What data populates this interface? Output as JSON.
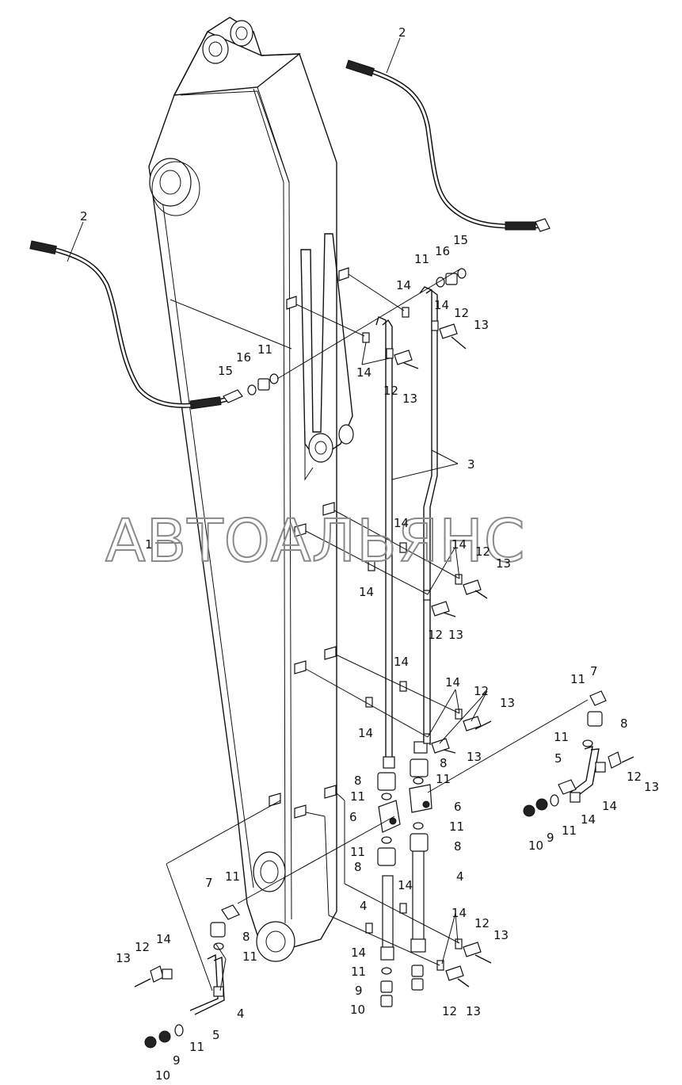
{
  "watermark": "АВТОАЛЬЯНС",
  "callouts": [
    {
      "id": "c2a",
      "text": "2"
    },
    {
      "id": "c2b",
      "text": "2"
    },
    {
      "id": "c15a",
      "text": "15"
    },
    {
      "id": "c16a",
      "text": "16"
    },
    {
      "id": "c11a",
      "text": "11"
    },
    {
      "id": "c14a",
      "text": "14"
    },
    {
      "id": "c14b",
      "text": "14"
    },
    {
      "id": "c12a",
      "text": "12"
    },
    {
      "id": "c13a",
      "text": "13"
    },
    {
      "id": "c15b",
      "text": "15"
    },
    {
      "id": "c16b",
      "text": "16"
    },
    {
      "id": "c11b",
      "text": "11"
    },
    {
      "id": "c14c",
      "text": "14"
    },
    {
      "id": "c12b",
      "text": "12"
    },
    {
      "id": "c13b",
      "text": "13"
    },
    {
      "id": "c3",
      "text": "3"
    },
    {
      "id": "c1",
      "text": "1"
    },
    {
      "id": "c14d",
      "text": "14"
    },
    {
      "id": "c14e",
      "text": "14"
    },
    {
      "id": "c12c",
      "text": "12"
    },
    {
      "id": "c13c",
      "text": "13"
    },
    {
      "id": "c14f",
      "text": "14"
    },
    {
      "id": "c12d",
      "text": "12"
    },
    {
      "id": "c13d",
      "text": "13"
    },
    {
      "id": "c14g",
      "text": "14"
    },
    {
      "id": "c14h",
      "text": "14"
    },
    {
      "id": "c12e",
      "text": "12"
    },
    {
      "id": "c13e",
      "text": "13"
    },
    {
      "id": "c14i",
      "text": "14"
    },
    {
      "id": "c8a",
      "text": "8"
    },
    {
      "id": "c13f",
      "text": "13"
    },
    {
      "id": "c11c",
      "text": "11"
    },
    {
      "id": "c7a",
      "text": "7"
    },
    {
      "id": "c8b",
      "text": "8"
    },
    {
      "id": "c11d",
      "text": "11"
    },
    {
      "id": "c5a",
      "text": "5"
    },
    {
      "id": "c13g",
      "text": "13"
    },
    {
      "id": "c12f",
      "text": "12"
    },
    {
      "id": "c14j",
      "text": "14"
    },
    {
      "id": "c14k",
      "text": "14"
    },
    {
      "id": "c11e",
      "text": "11"
    },
    {
      "id": "c9a",
      "text": "9"
    },
    {
      "id": "c10a",
      "text": "10"
    },
    {
      "id": "c8c",
      "text": "8"
    },
    {
      "id": "c11f",
      "text": "11"
    },
    {
      "id": "c6a",
      "text": "6"
    },
    {
      "id": "c11g",
      "text": "11"
    },
    {
      "id": "c8d",
      "text": "8"
    },
    {
      "id": "c11h",
      "text": "11"
    },
    {
      "id": "c6b",
      "text": "6"
    },
    {
      "id": "c11i",
      "text": "11"
    },
    {
      "id": "c8e",
      "text": "8"
    },
    {
      "id": "c4a",
      "text": "4"
    },
    {
      "id": "c14l",
      "text": "14"
    },
    {
      "id": "c4b",
      "text": "4"
    },
    {
      "id": "c7b",
      "text": "7"
    },
    {
      "id": "c11j",
      "text": "11"
    },
    {
      "id": "c8f",
      "text": "8"
    },
    {
      "id": "c11k",
      "text": "11"
    },
    {
      "id": "c13h",
      "text": "13"
    },
    {
      "id": "c12g",
      "text": "12"
    },
    {
      "id": "c14m",
      "text": "14"
    },
    {
      "id": "c4c",
      "text": "4"
    },
    {
      "id": "c5b",
      "text": "5"
    },
    {
      "id": "c11l",
      "text": "11"
    },
    {
      "id": "c9b",
      "text": "9"
    },
    {
      "id": "c10b",
      "text": "10"
    },
    {
      "id": "c14n",
      "text": "14"
    },
    {
      "id": "c14o",
      "text": "14"
    },
    {
      "id": "c12h",
      "text": "12"
    },
    {
      "id": "c13i",
      "text": "13"
    },
    {
      "id": "c11m",
      "text": "11"
    },
    {
      "id": "c9c",
      "text": "9"
    },
    {
      "id": "c10c",
      "text": "10"
    },
    {
      "id": "c12i",
      "text": "12"
    },
    {
      "id": "c13j",
      "text": "13"
    }
  ]
}
